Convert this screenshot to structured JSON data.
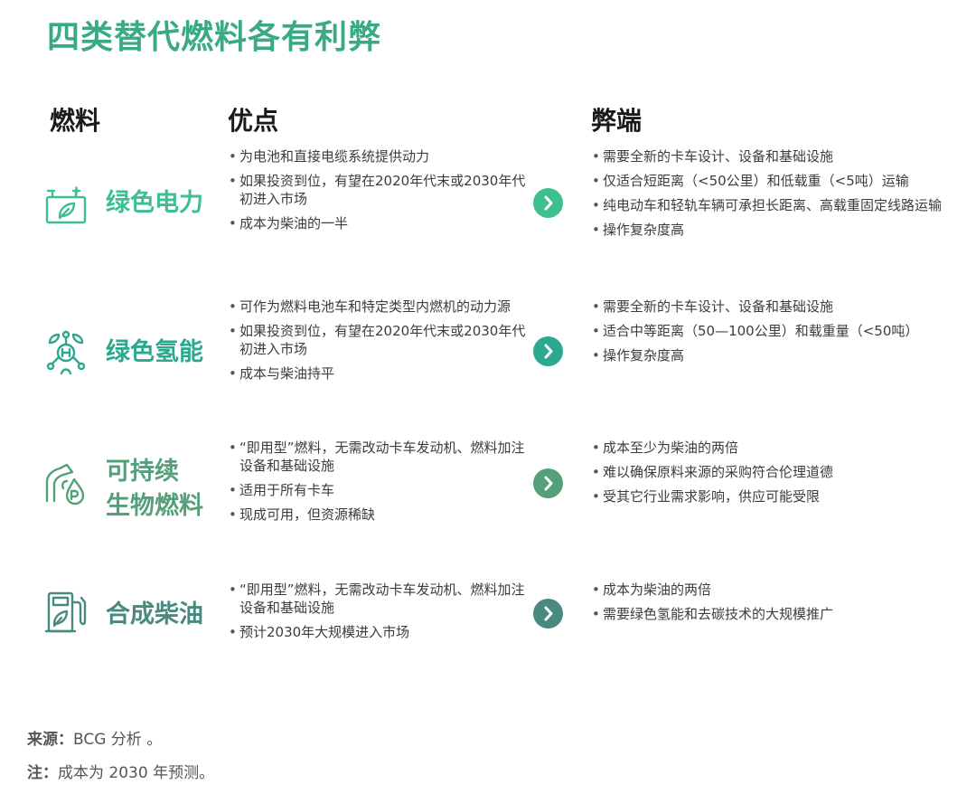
{
  "title": "四类替代燃料各有利弊",
  "headers": {
    "fuel": "燃料",
    "pros": "优点",
    "cons": "弊端"
  },
  "rows": [
    {
      "name_lines": [
        "绿色电力"
      ],
      "icon": "battery-leaf-icon",
      "color": "#3dbf8f",
      "pros": [
        "为电池和直接电缆系统提供动力",
        "如果投资到位，有望在2020年代末或2030年代初进入市场",
        "成本为柴油的一半"
      ],
      "cons": [
        "需要全新的卡车设计、设备和基础设施",
        "仅适合短距离（<50公里）和低载重（<5吨）运输",
        "纯电动车和轻轨车辆可承担长距离、高载重固定线路运输",
        "操作复杂度高"
      ]
    },
    {
      "name_lines": [
        "绿色氢能"
      ],
      "icon": "hydrogen-molecule-icon",
      "color": "#2ca88f",
      "pros": [
        "可作为燃料电池车和特定类型内燃机的动力源",
        "如果投资到位，有望在2020年代末或2030年代初进入市场",
        "成本与柴油持平"
      ],
      "cons": [
        "需要全新的卡车设计、设备和基础设施",
        "适合中等距离（50—100公里）和载重量（<50吨）",
        "操作复杂度高"
      ]
    },
    {
      "name_lines": [
        "可持续",
        "生物燃料"
      ],
      "icon": "biofuel-pump-icon",
      "color": "#55a07a",
      "pros": [
        "“即用型”燃料，无需改动卡车发动机、燃料加注设备和基础设施",
        "适用于所有卡车",
        "现成可用，但资源稀缺"
      ],
      "cons": [
        "成本至少为柴油的两倍",
        "难以确保原料来源的采购符合伦理道德",
        "受其它行业需求影响，供应可能受限"
      ]
    },
    {
      "name_lines": [
        "合成柴油"
      ],
      "icon": "fuel-station-leaf-icon",
      "color": "#4a8a7e",
      "pros": [
        "“即用型”燃料，无需改动卡车发动机、燃料加注设备和基础设施",
        "预计2030年大规模进入市场"
      ],
      "cons": [
        "成本为柴油的两倍",
        "需要绿色氢能和去碳技术的大规模推广"
      ]
    }
  ],
  "notes": {
    "source_label": "来源：",
    "source_text": "BCG 分析 。",
    "note_label": "注：",
    "note_text": "成本为 2030 年预测。"
  }
}
